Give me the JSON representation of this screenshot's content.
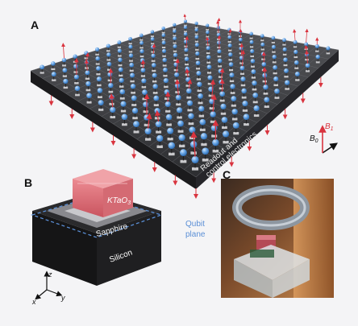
{
  "panels": {
    "a": {
      "letter": "A",
      "board_label_line1": "Readout and",
      "board_label_line2": "control electronics",
      "field_axis_b0": "B",
      "field_axis_b0_sub": "0",
      "field_axis_b1": "B",
      "field_axis_b1_sub": "1"
    },
    "b": {
      "letter": "B",
      "crystal_label": "KTaO",
      "crystal_label_sub": "3",
      "sapphire_label": "Sapphire",
      "silicon_label": "Silicon",
      "qubit_plane_line1": "Qubit",
      "qubit_plane_line2": "plane",
      "axis_z": "z",
      "axis_x": "x",
      "axis_y": "y"
    },
    "c": {
      "letter": "C"
    }
  },
  "colors": {
    "spin_arrow": "#d9343f",
    "qubit_ball": "#5f9fe0",
    "board_top": "#3a3a3c",
    "board_side": "#1e1e20",
    "crystal": "#e0707a",
    "qubit_plane_dash": "#5b8fd6",
    "photo_copper": "#b86d3a"
  }
}
